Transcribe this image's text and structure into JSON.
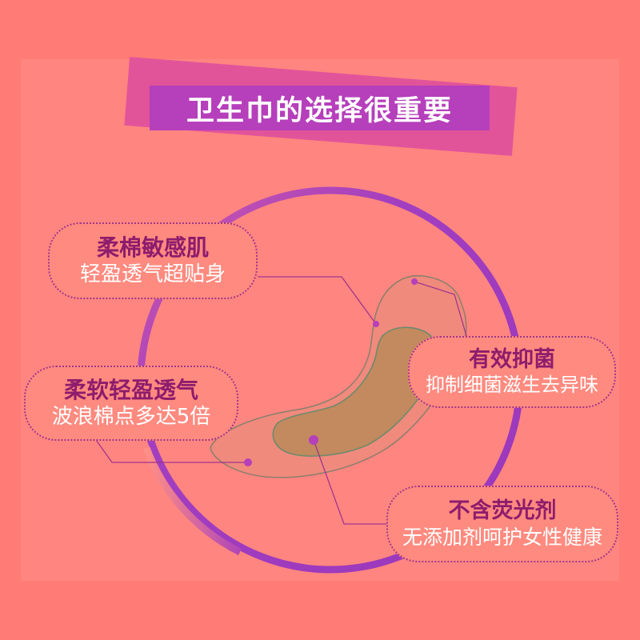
{
  "title": "卫生巾的选择很重要",
  "features": [
    {
      "head": "柔棉敏感肌",
      "sub": "轻盈透气超贴身"
    },
    {
      "head": "柔软轻盈透气",
      "sub": "波浪棉点多达5倍"
    },
    {
      "head": "有效抑菌",
      "sub": "抑制细菌滋生去异味"
    },
    {
      "head": "不含荧光剂",
      "sub": "无添加剂呵护女性健康"
    }
  ],
  "colors": {
    "background": "#ff7b76",
    "title_box": "#b63fbb",
    "title_shadow": "#e2549a",
    "ring": "#a23ec0",
    "bubble_border": "#a0368c",
    "heading_text": "#8d1c6d",
    "pad_outer": "#f08a7d",
    "pad_core": "#c28a5e"
  }
}
